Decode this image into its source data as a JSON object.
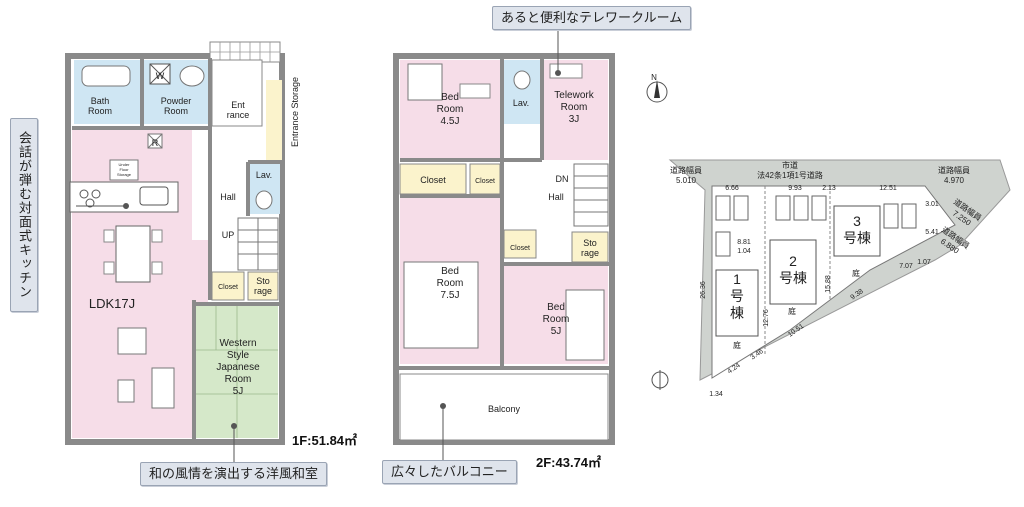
{
  "callouts": {
    "kitchen": "会話が弾む対面式キッチン",
    "japanese_room": "和の風情を演出する洋風和室",
    "telework": "あると便利なテレワークルーム",
    "balcony": "広々したバルコニー"
  },
  "floor1": {
    "area": "1F:51.84㎡",
    "bath": [
      "Bath",
      "Room"
    ],
    "powder": [
      "Powder",
      "Room"
    ],
    "w": "W",
    "entrance": [
      "Ent",
      "rance"
    ],
    "entrance_storage": "Entrance Storage",
    "lav": "Lav.",
    "hall": "Hall",
    "up": "UP",
    "under_floor": [
      "Under",
      "Floor",
      "Storage"
    ],
    "r": "R",
    "ldk": "LDK17J",
    "closet": "Closet",
    "storage": [
      "Sto",
      "rage"
    ],
    "western": [
      "Western",
      "Style",
      "Japanese",
      "Room",
      "5J"
    ]
  },
  "floor2": {
    "area": "2F:43.74㎡",
    "bed1": [
      "Bed",
      "Room",
      "4.5J"
    ],
    "lav": "Lav.",
    "telework": [
      "Telework",
      "Room",
      "3J"
    ],
    "closet": "Closet",
    "dn": "DN",
    "hall": "Hall",
    "bed2": [
      "Bed",
      "Room",
      "7.5J"
    ],
    "storage": [
      "Sto",
      "rage"
    ],
    "bed3": [
      "Bed",
      "Room",
      "5J"
    ],
    "balcony": "Balcony"
  },
  "site": {
    "north": "N",
    "road_top": [
      "市道",
      "法42条1項1号道路"
    ],
    "road_width_left": [
      "道路幅員",
      "5.010"
    ],
    "road_width_right": [
      "道路幅員",
      "4.970"
    ],
    "road_width_right2": [
      "道路幅員",
      "7.250"
    ],
    "road_width_right3": [
      "道路幅員",
      "6.880"
    ],
    "lot1": [
      "1",
      "号",
      "棟"
    ],
    "lot2": [
      "2",
      "号棟"
    ],
    "lot3": [
      "3",
      "号棟"
    ],
    "garden": "庭",
    "dims": {
      "top1": "6.66",
      "top2": "9.93",
      "top3": "2.13",
      "top4": "12.51",
      "r1": "3.01",
      "r2": "5.41",
      "r3": "1.07",
      "r4": "7.07",
      "left": "26.36",
      "l2": "8.81",
      "l3": "1.04",
      "m1": "12.76",
      "m2": "15.88",
      "m3": "9.38",
      "m4": "10.51",
      "b1": "3.46",
      "b2": "4.24",
      "b3": "1.34"
    }
  },
  "colors": {
    "pink": "#f6dde8",
    "blue": "#cfe6f3",
    "yellow": "#fbf3cc",
    "green": "#d5e8c9",
    "wall": "#8a8a8a",
    "sitegray": "#cfd3cf"
  }
}
